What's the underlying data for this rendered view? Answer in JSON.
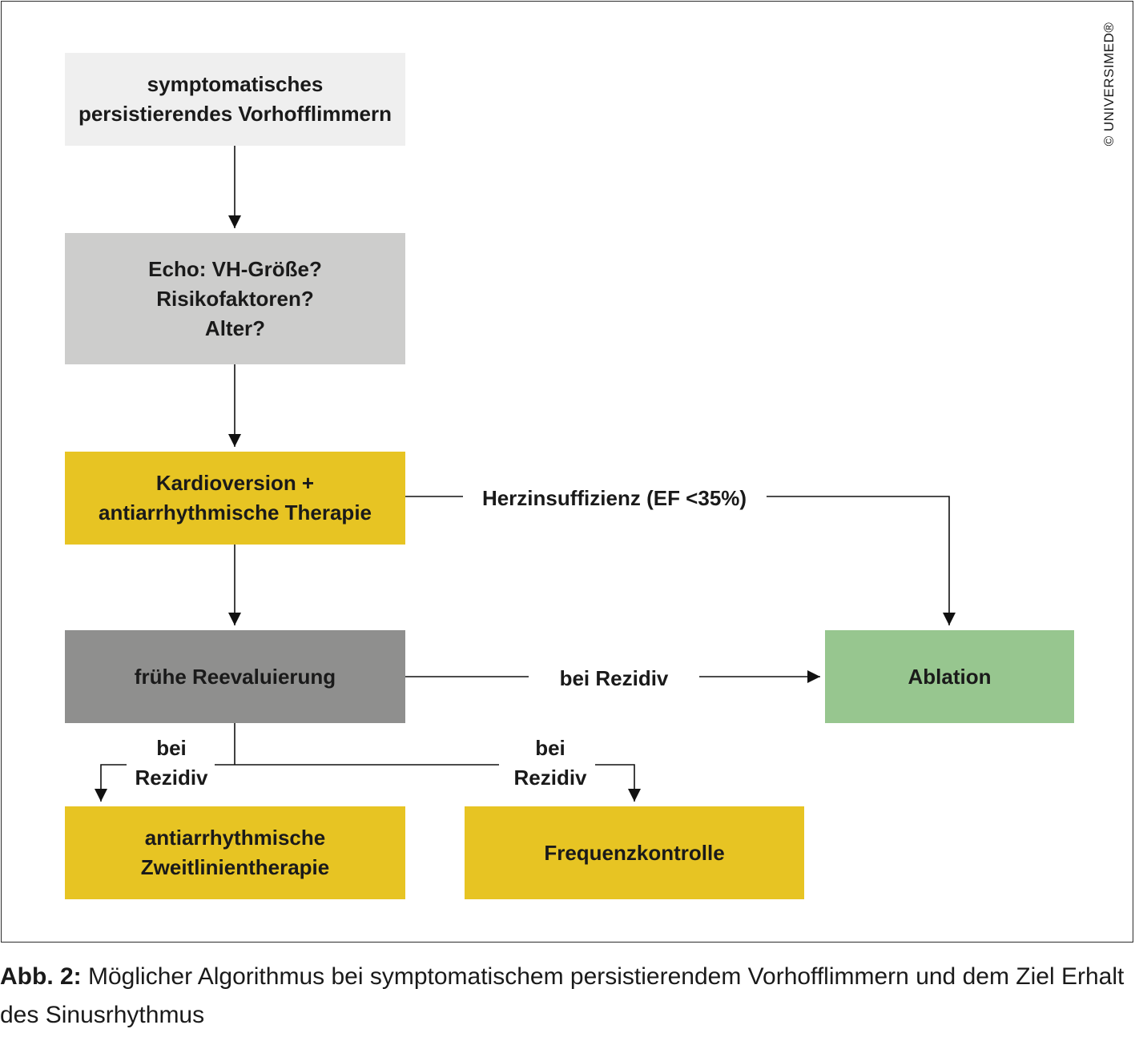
{
  "nodes": {
    "start": [
      "symptomatisches",
      "persistierendes Vorhofflimmern"
    ],
    "echo": [
      "Echo: VH-Größe?",
      "Risikofaktoren?",
      "Alter?"
    ],
    "kardio": [
      "Kardioversion +",
      "antiarrhythmische Therapie"
    ],
    "reeval": [
      "frühe Reevaluierung"
    ],
    "ablation": [
      "Ablation"
    ],
    "zweitlinie": [
      "antiarrhythmische",
      "Zweitlinientherapie"
    ],
    "frequenz": [
      "Frequenzkontrolle"
    ]
  },
  "edge_labels": {
    "herzinsuffizienz": "Herzinsuffizienz (EF <35%)",
    "rezidiv_ablation": "bei Rezidiv",
    "rezidiv_zweitlinie": [
      "bei",
      "Rezidiv"
    ],
    "rezidiv_frequenz": [
      "bei",
      "Rezidiv"
    ]
  },
  "copyright": "© UNIVERSIMED®",
  "caption": {
    "label": "Abb. 2:",
    "text": " Möglicher Algorithmus bei symptomatischem persistierendem Vorhofflimmern und dem Ziel Erhalt des Sinusrhythmus"
  },
  "colors": {
    "start": "#efefef",
    "echo": "#cdcdcc",
    "therapy": "#e7c423",
    "reeval": "#8f8f8e",
    "ablation": "#97c68f"
  }
}
